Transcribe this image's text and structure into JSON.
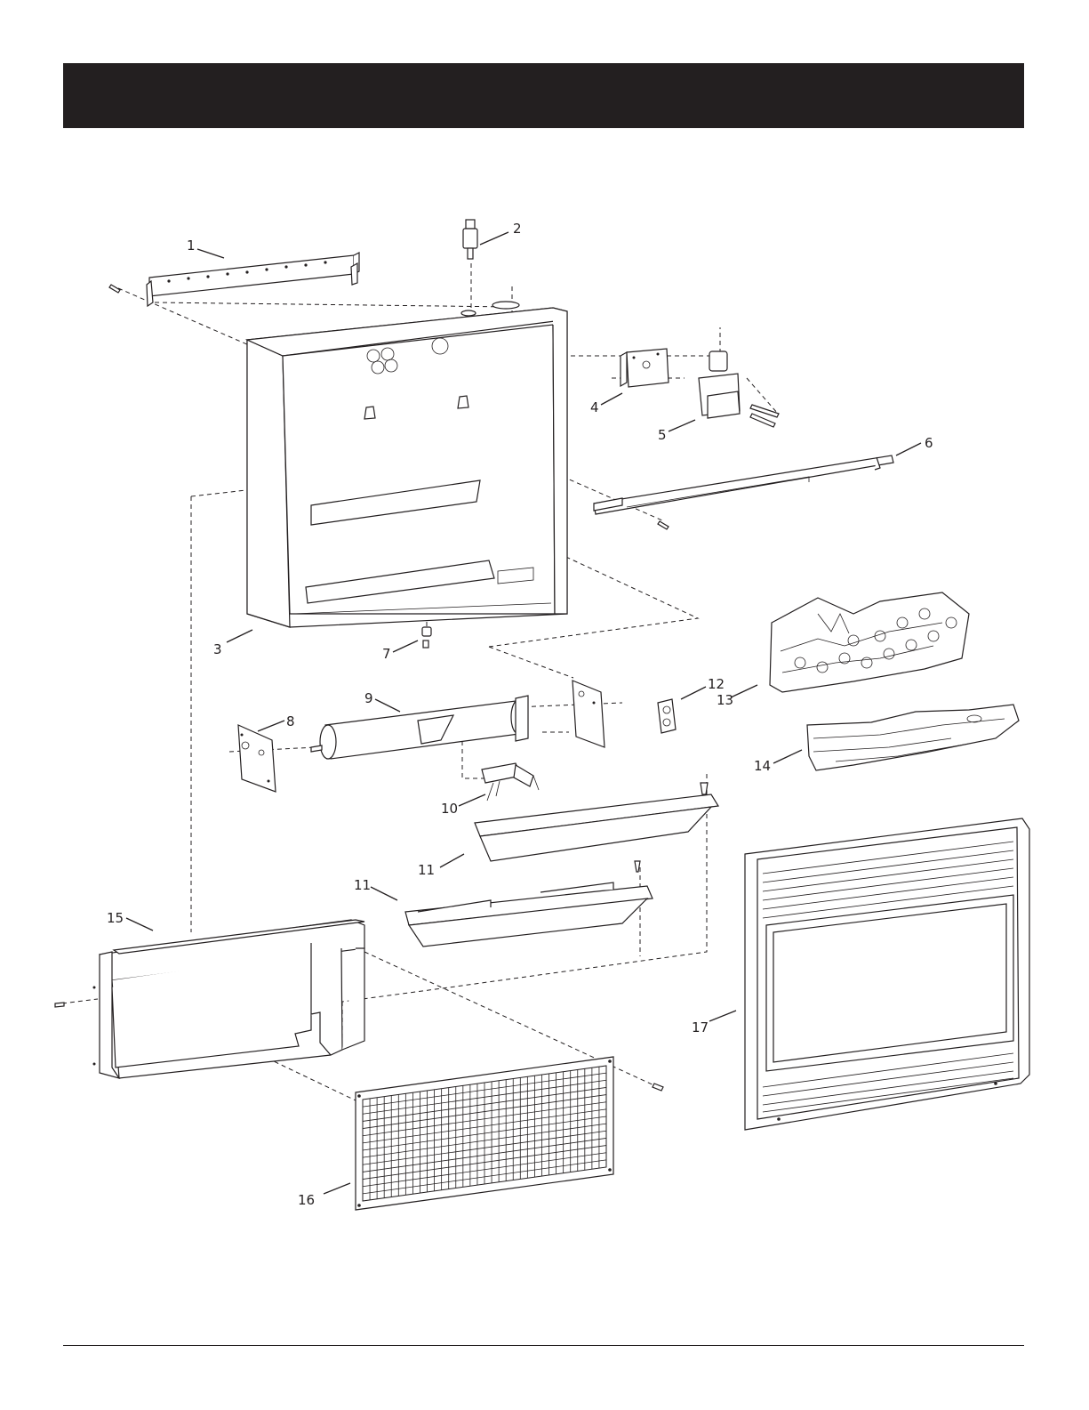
{
  "diagram": {
    "callouts": [
      "1",
      "2",
      "3",
      "4",
      "5",
      "6",
      "7",
      "8",
      "9",
      "10",
      "11",
      "11",
      "12",
      "13",
      "14",
      "15",
      "16",
      "17"
    ]
  },
  "colors": {
    "header_bar": "#231f20",
    "line": "#231f20"
  }
}
